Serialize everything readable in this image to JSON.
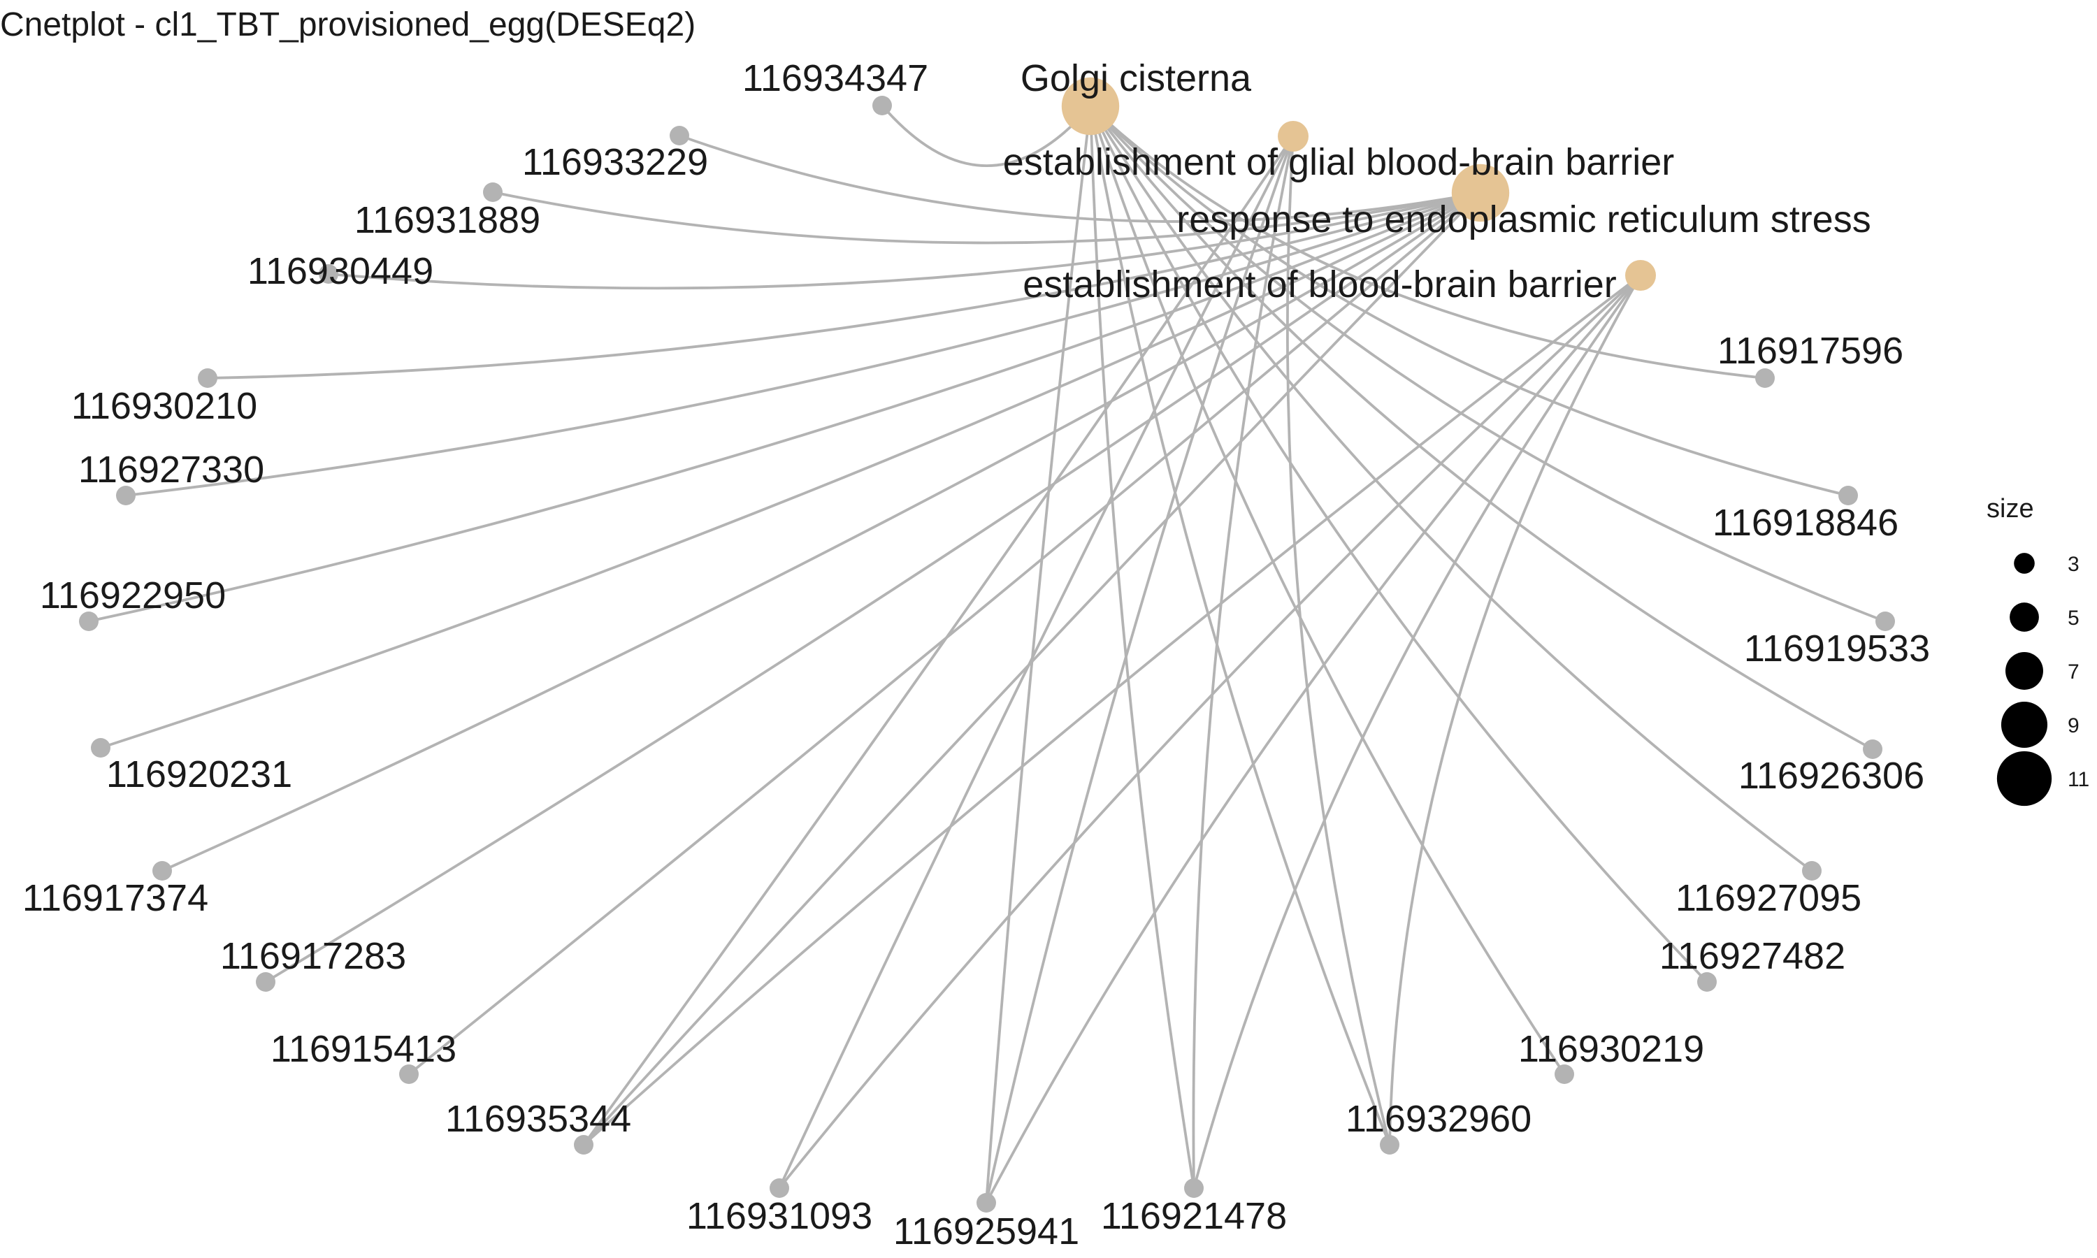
{
  "title": "Cnetplot - cl1_TBT_provisioned_egg(DESEq2)",
  "colors": {
    "edge": "#b3b3b3",
    "gene_node": "#b3b3b3",
    "category_node": "#e5c494",
    "legend_key": "#000000"
  },
  "legend": {
    "title": "size",
    "keys": [
      {
        "label": "3",
        "value": 3
      },
      {
        "label": "5",
        "value": 5
      },
      {
        "label": "7",
        "value": 7
      },
      {
        "label": "9",
        "value": 9
      },
      {
        "label": "11",
        "value": 11
      }
    ]
  },
  "categories": [
    {
      "id": "golgi",
      "label": "Golgi cisterna",
      "size": 11
    },
    {
      "id": "glial",
      "label": "establishment of glial blood-brain barrier",
      "size": 5
    },
    {
      "id": "er",
      "label": "response to endoplasmic reticulum stress",
      "size": 11
    },
    {
      "id": "bbb",
      "label": "establishment of blood-brain barrier",
      "size": 5
    }
  ],
  "genes": [
    {
      "id": "116934347",
      "label": "116934347"
    },
    {
      "id": "116933229",
      "label": "116933229"
    },
    {
      "id": "116931889",
      "label": "116931889"
    },
    {
      "id": "116930449",
      "label": "116930449"
    },
    {
      "id": "116930210",
      "label": "116930210"
    },
    {
      "id": "116927330",
      "label": "116927330"
    },
    {
      "id": "116922950",
      "label": "116922950"
    },
    {
      "id": "116920231",
      "label": "116920231"
    },
    {
      "id": "116917374",
      "label": "116917374"
    },
    {
      "id": "116917283",
      "label": "116917283"
    },
    {
      "id": "116915413",
      "label": "116915413"
    },
    {
      "id": "116935344",
      "label": "116935344"
    },
    {
      "id": "116931093",
      "label": "116931093"
    },
    {
      "id": "116925941",
      "label": "116925941"
    },
    {
      "id": "116921478",
      "label": "116921478"
    },
    {
      "id": "116932960",
      "label": "116932960"
    },
    {
      "id": "116930219",
      "label": "116930219"
    },
    {
      "id": "116927482",
      "label": "116927482"
    },
    {
      "id": "116927095",
      "label": "116927095"
    },
    {
      "id": "116926306",
      "label": "116926306"
    },
    {
      "id": "116919533",
      "label": "116919533"
    },
    {
      "id": "116918846",
      "label": "116918846"
    },
    {
      "id": "116917596",
      "label": "116917596"
    }
  ],
  "edges": [
    [
      "golgi",
      "116934347"
    ],
    [
      "golgi",
      "116917596"
    ],
    [
      "golgi",
      "116918846"
    ],
    [
      "golgi",
      "116919533"
    ],
    [
      "golgi",
      "116926306"
    ],
    [
      "golgi",
      "116927095"
    ],
    [
      "golgi",
      "116927482"
    ],
    [
      "golgi",
      "116930219"
    ],
    [
      "golgi",
      "116932960"
    ],
    [
      "golgi",
      "116921478"
    ],
    [
      "golgi",
      "116925941"
    ],
    [
      "glial",
      "116931093"
    ],
    [
      "glial",
      "116935344"
    ],
    [
      "glial",
      "116921478"
    ],
    [
      "glial",
      "116925941"
    ],
    [
      "glial",
      "116932960"
    ],
    [
      "er",
      "116933229"
    ],
    [
      "er",
      "116931889"
    ],
    [
      "er",
      "116930449"
    ],
    [
      "er",
      "116930210"
    ],
    [
      "er",
      "116927330"
    ],
    [
      "er",
      "116922950"
    ],
    [
      "er",
      "116920231"
    ],
    [
      "er",
      "116917374"
    ],
    [
      "er",
      "116917283"
    ],
    [
      "er",
      "116915413"
    ],
    [
      "er",
      "116935344"
    ],
    [
      "bbb",
      "116931093"
    ],
    [
      "bbb",
      "116935344"
    ],
    [
      "bbb",
      "116921478"
    ],
    [
      "bbb",
      "116925941"
    ],
    [
      "bbb",
      "116932960"
    ]
  ]
}
